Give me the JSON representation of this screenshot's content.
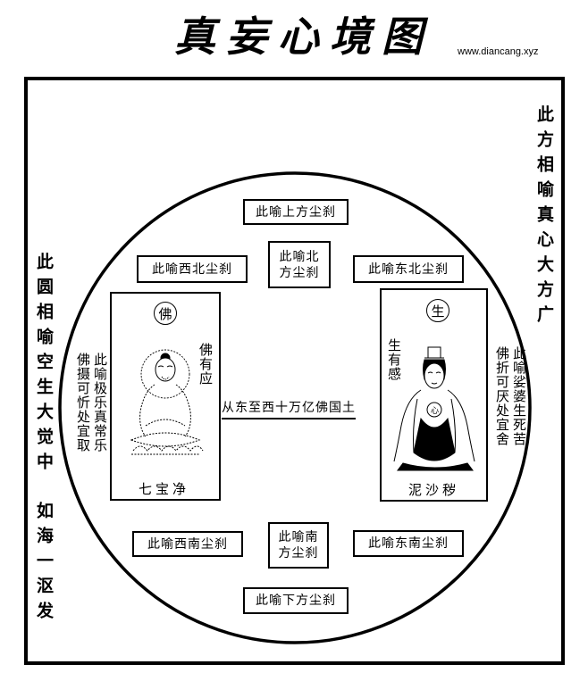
{
  "header": {
    "title": "真妄心境图",
    "site": "www.diancang.xyz"
  },
  "side_text": {
    "right": "此方相喻真心大方广",
    "left_part1": "此圆相喻空生大觉中",
    "left_part2": "如海一沤发"
  },
  "direction_boxes": {
    "up": "此喻上方尘刹",
    "north": "此喻北方尘刹",
    "northwest": "此喻西北尘刹",
    "northeast": "此喻东北尘刹",
    "southwest": "此喻西南尘刹",
    "south": "此喻南方尘刹",
    "southeast": "此喻东南尘刹",
    "down": "此喻下方尘刹"
  },
  "center": {
    "label": "从东至西十万亿佛国土"
  },
  "left_panel": {
    "badge": "佛",
    "side_note": "佛有应",
    "caption": "七宝净",
    "outer_col1": "此喻极乐真常乐",
    "outer_col2": "佛摄可忻处宜取",
    "figure": "buddha-seated-lotus"
  },
  "right_panel": {
    "badge": "生",
    "side_note": "生有感",
    "caption": "泥沙秽",
    "outer_col1": "此喻娑婆生死苦",
    "outer_col2": "佛折可厌处宜舍",
    "figure": "sentient-being-kneeling",
    "heart_glyph": "心"
  },
  "colors": {
    "ink": "#000000",
    "paper": "#ffffff"
  }
}
